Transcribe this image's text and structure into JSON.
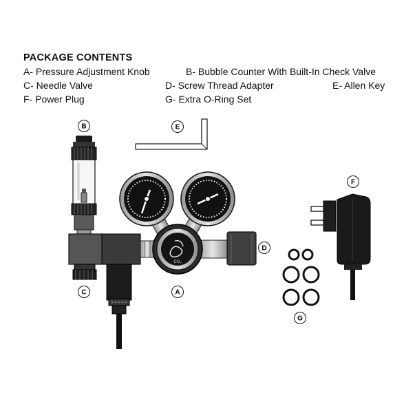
{
  "header": "PACKAGE CONTENTS",
  "items": [
    "A- Pressure Adjustment Knob",
    "B- Bubble Counter With Built-In Check Valve",
    "C- Needle Valve",
    "D- Screw Thread Adapter",
    "E- Allen Key",
    "F- Power Plug",
    "G- Extra O-Ring Set"
  ],
  "callouts": {
    "A": "A",
    "B": "B",
    "C": "C",
    "D": "D",
    "E": "E",
    "F": "F",
    "G": "G"
  },
  "regulator_badge": "CO₂"
}
